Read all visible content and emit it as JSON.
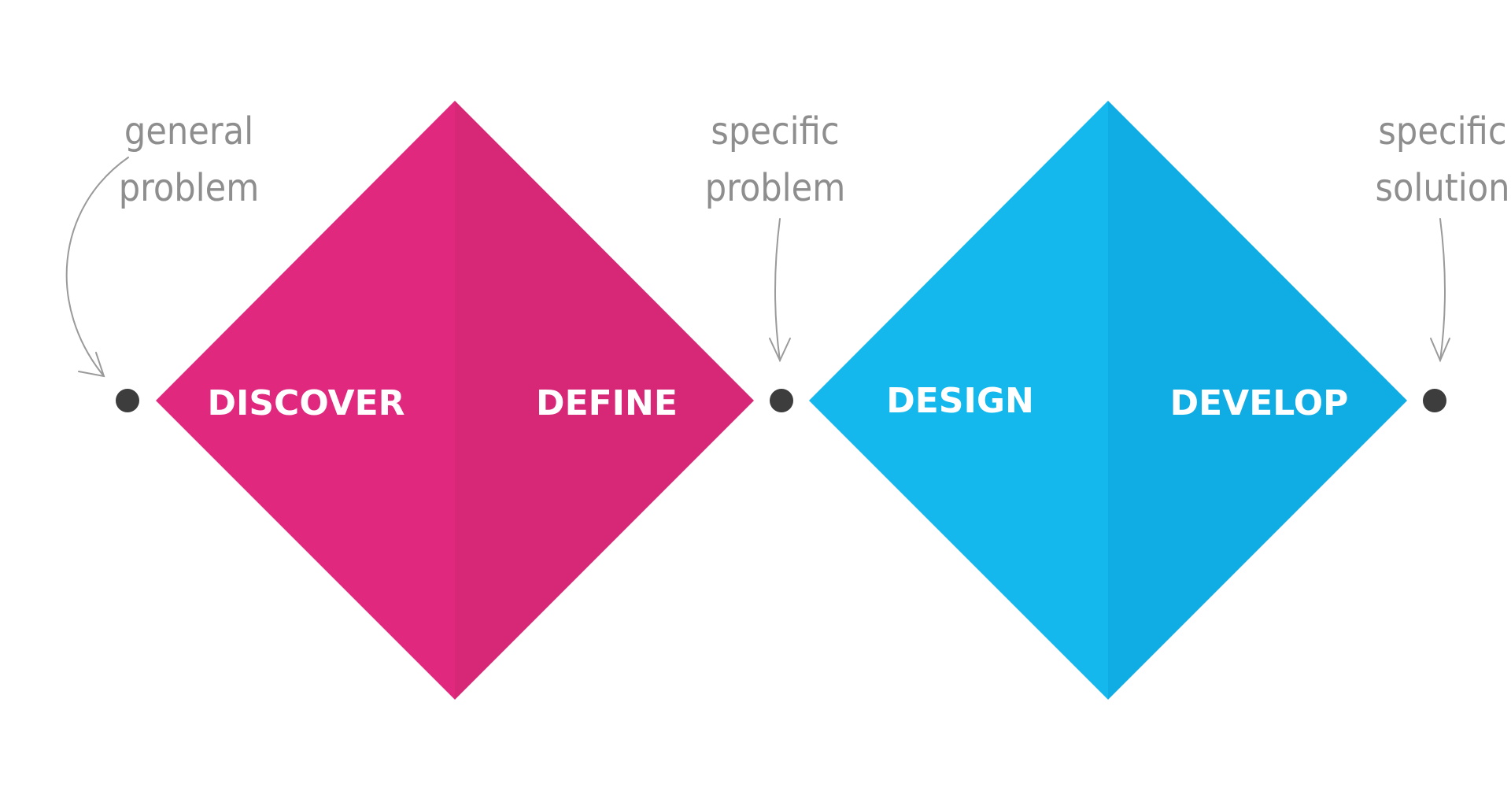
{
  "diagram": {
    "title": "",
    "phases": [
      {
        "label": "DISCOVER",
        "diamond": "first"
      },
      {
        "label": "DEFINE",
        "diamond": "first"
      },
      {
        "label": "DESIGN",
        "diamond": "second"
      },
      {
        "label": "DEVELOP",
        "diamond": "second"
      }
    ],
    "notes": [
      {
        "line1": "general",
        "line2": "problem"
      },
      {
        "line1": "specific",
        "line2": "problem"
      },
      {
        "line1": "specific",
        "line2": "solution"
      }
    ],
    "colors": {
      "first_diamond_left": "#e0287e",
      "first_diamond_right": "#d62876",
      "second_diamond_left": "#14b8ec",
      "second_diamond_right": "#0fade3",
      "node": "#3d3d3d",
      "annotation": "#8e8e8e",
      "background": "#ffffff"
    }
  }
}
